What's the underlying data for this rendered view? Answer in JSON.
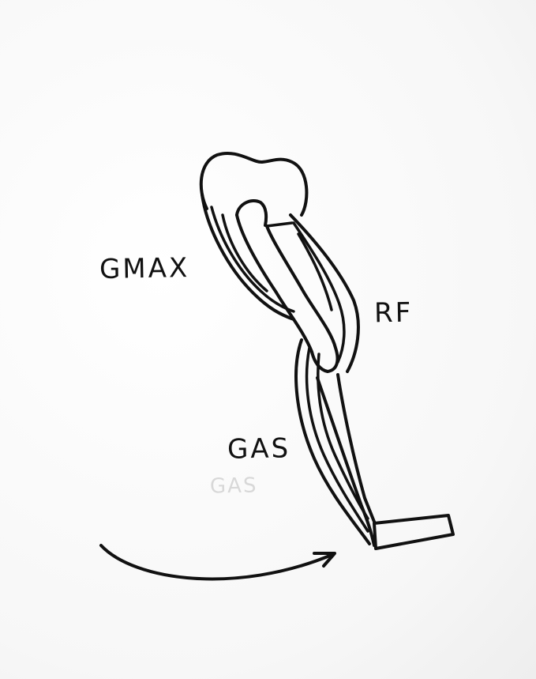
{
  "labels": {
    "gmax": "GMAX",
    "rf": "RF",
    "gas": "GAS",
    "gas_ghost": "GAS"
  }
}
